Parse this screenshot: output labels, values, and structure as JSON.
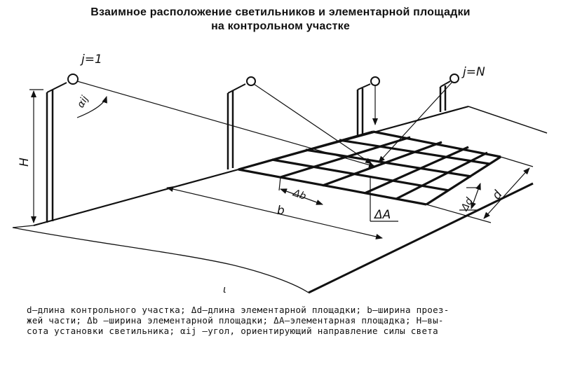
{
  "title": {
    "line1": "Взаимное расположение светильников и элементарной площадки",
    "line2": "на контрольном участке"
  },
  "labels": {
    "j_first": "j=1",
    "j_last": "j=N",
    "alpha": "αij",
    "height": "H",
    "delta_b": "Δb",
    "b": "b",
    "delta_A": "ΔA",
    "delta_d": "Δd",
    "d": "d",
    "small_mark": "ι"
  },
  "legend": {
    "line1": "d—длина  контрольного  участка;  Δd—длина  элементарной  площадки;  b—ширина  проез-",
    "line2": "жей  части;   Δb —ширина  элементарной  площадки;  ΔA—элементарная  площадка;  H—вы-",
    "line3": "сота  установки  светильника;  αij —угол,  ориентирующий  направление  силы  света"
  }
}
